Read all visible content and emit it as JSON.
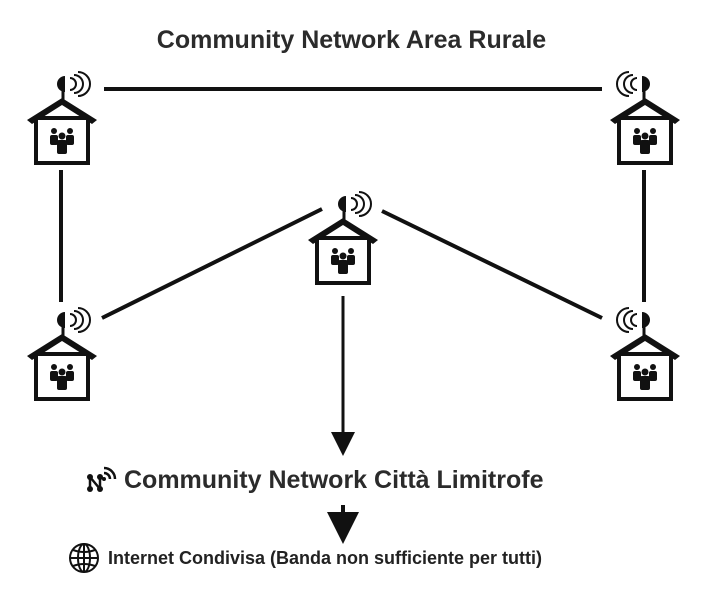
{
  "title": "Community Network Area Rurale",
  "city_network": {
    "label": "Community Network Città Limitrofe",
    "icon": "network-signal-icon"
  },
  "internet": {
    "label": "Internet Condivisa (Banda non sufficiente per tutti)",
    "icon": "globe-icon"
  },
  "nodes": [
    {
      "id": "top-left",
      "icon": "house-with-antenna-icon"
    },
    {
      "id": "top-right",
      "icon": "house-with-antenna-icon"
    },
    {
      "id": "center",
      "icon": "house-with-antenna-icon"
    },
    {
      "id": "bottom-left",
      "icon": "house-with-antenna-icon"
    },
    {
      "id": "bottom-right",
      "icon": "house-with-antenna-icon"
    }
  ],
  "colors": {
    "ink": "#111111",
    "text": "#2b2b2b",
    "background": "#ffffff"
  }
}
